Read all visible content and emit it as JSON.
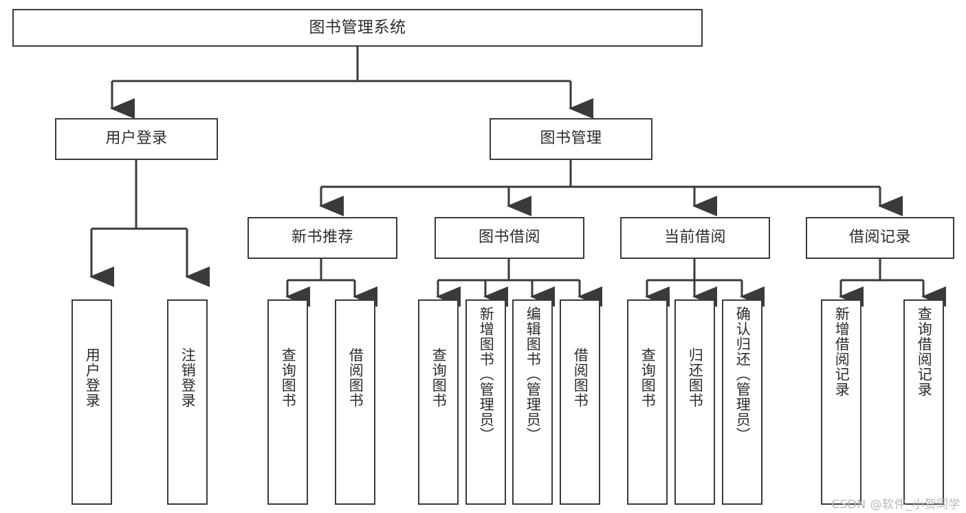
{
  "diagram": {
    "type": "tree-hierarchy",
    "title": "图书管理系统",
    "root": {
      "label": "图书管理系统"
    },
    "level1": [
      {
        "id": "user-login",
        "label": "用户登录"
      },
      {
        "id": "book-manage",
        "label": "图书管理"
      }
    ],
    "level2": [
      {
        "id": "new-book-recommend",
        "label": "新书推荐",
        "parent": "book-manage"
      },
      {
        "id": "book-borrow",
        "label": "图书借阅",
        "parent": "book-manage"
      },
      {
        "id": "current-borrow",
        "label": "当前借阅",
        "parent": "book-manage"
      },
      {
        "id": "borrow-record",
        "label": "借阅记录",
        "parent": "book-manage"
      }
    ],
    "leaves": [
      {
        "id": "leaf-user-login",
        "label": "用户登录",
        "parent": "user-login"
      },
      {
        "id": "leaf-user-logout",
        "label": "注销登录",
        "parent": "user-login"
      },
      {
        "id": "leaf-query-book-1",
        "label": "查询图书",
        "parent": "new-book-recommend"
      },
      {
        "id": "leaf-borrow-book-1",
        "label": "借阅图书",
        "parent": "new-book-recommend"
      },
      {
        "id": "leaf-query-book-2",
        "label": "查询图书",
        "parent": "book-borrow"
      },
      {
        "id": "leaf-add-book",
        "label": "新增图书（管理员）",
        "parent": "book-borrow"
      },
      {
        "id": "leaf-edit-book",
        "label": "编辑图书（管理员）",
        "parent": "book-borrow"
      },
      {
        "id": "leaf-borrow-book-2",
        "label": "借阅图书",
        "parent": "book-borrow"
      },
      {
        "id": "leaf-query-book-3",
        "label": "查询图书",
        "parent": "current-borrow"
      },
      {
        "id": "leaf-return-book",
        "label": "归还图书",
        "parent": "current-borrow"
      },
      {
        "id": "leaf-confirm-return",
        "label": "确认归还（管理员）",
        "parent": "current-borrow"
      },
      {
        "id": "leaf-add-record",
        "label": "新增借阅记录",
        "parent": "borrow-record"
      },
      {
        "id": "leaf-query-record",
        "label": "查询借阅记录",
        "parent": "borrow-record"
      }
    ]
  },
  "watermark": {
    "text": "CSDN @软件_小贺同学"
  },
  "colors": {
    "stroke": "#3a3a3a",
    "box_fill": "#ffffff",
    "text": "#2b2b2b",
    "watermark": "#b8b8b8",
    "background": "#ffffff"
  }
}
